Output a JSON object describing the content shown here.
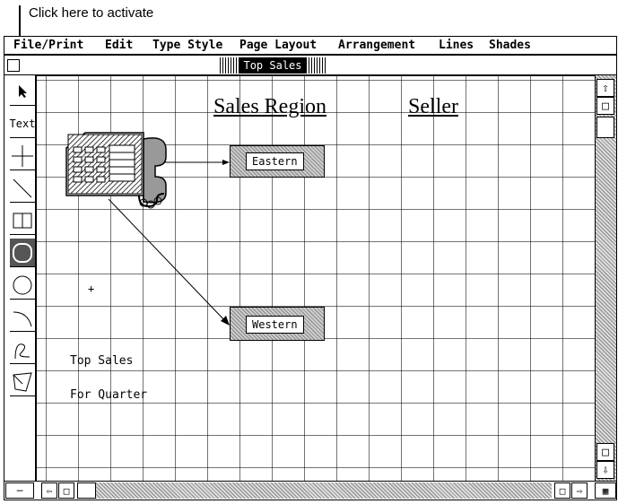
{
  "annotation": {
    "caption": "Click here to activate"
  },
  "menubar": {
    "items": [
      "File/Print",
      "Edit",
      "Type Style",
      "Page Layout",
      "Arrangement",
      "Lines",
      "Shades"
    ]
  },
  "window": {
    "title": "Top Sales"
  },
  "toolbox": {
    "text_tool": "Text"
  },
  "canvas": {
    "heading_region": "Sales Region",
    "heading_seller": "Seller",
    "box_eastern": "Eastern",
    "box_western": "Western",
    "note_top_sales": "Top Sales",
    "note_for_quarter": "For Quarter",
    "cursor_mark": "+"
  }
}
